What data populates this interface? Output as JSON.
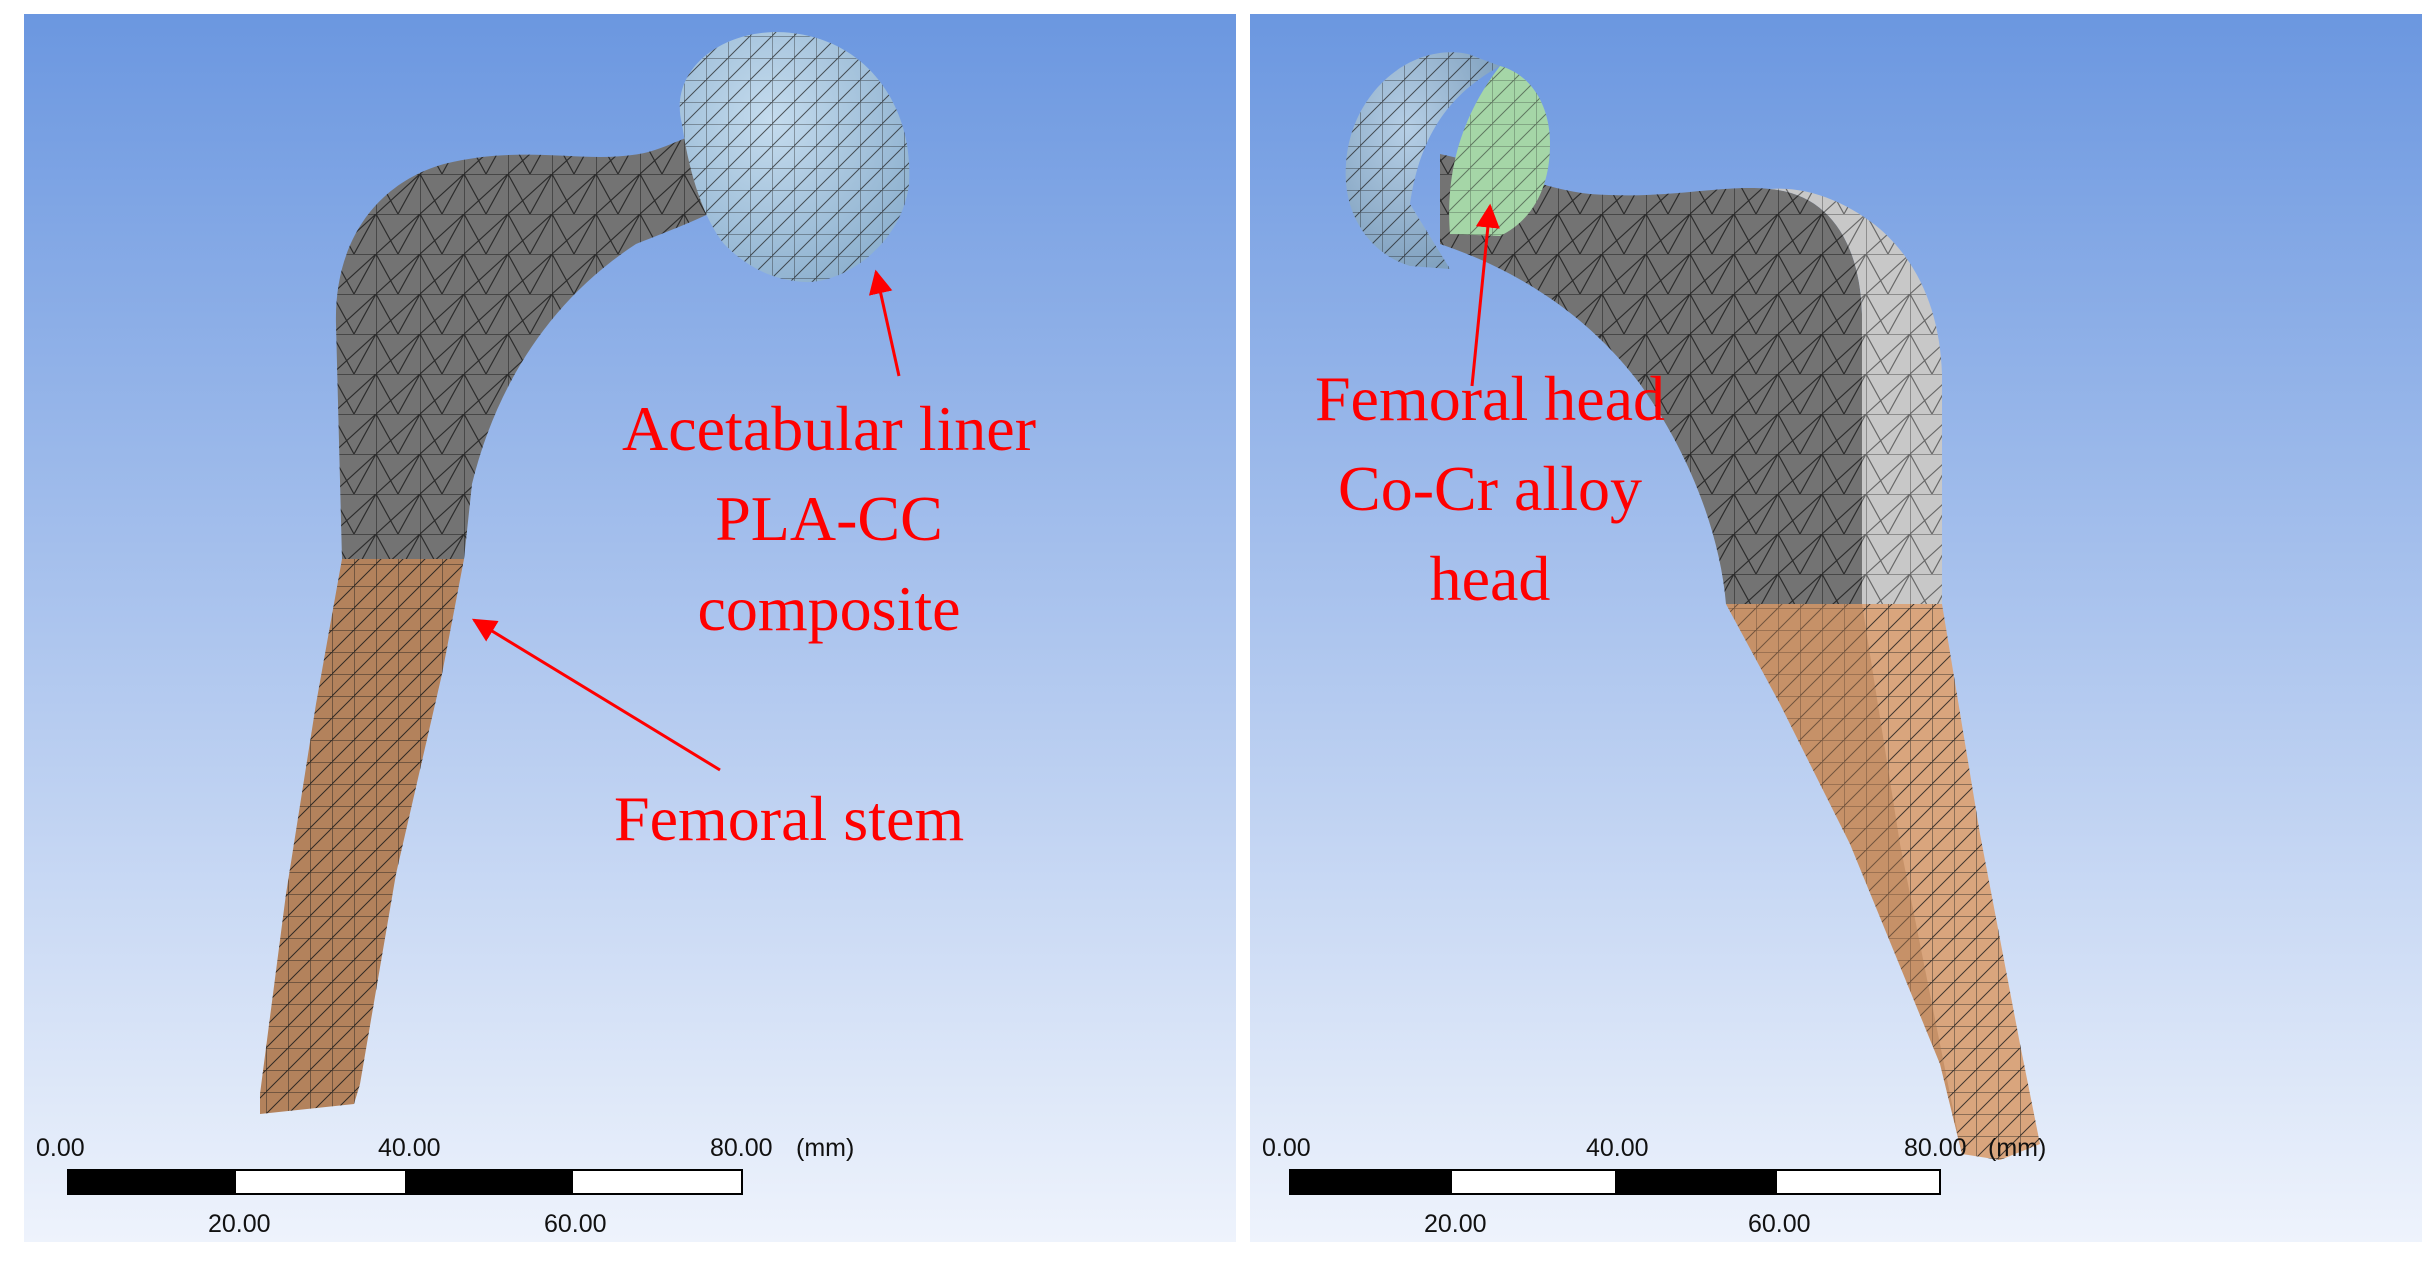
{
  "colors": {
    "background_top": "#6b97e0",
    "background_bottom": "#eef3fc",
    "annotation": "#ff0000",
    "neck_body": "#737373",
    "stem": "#b3825c",
    "head": "#a9c6de",
    "inner_head": "#a5d6a7",
    "mesh_lines": "#1a1a1a"
  },
  "panels": [
    {
      "name": "left",
      "callouts": [
        {
          "name": "acetabular-liner",
          "lines": [
            "Acetabular liner",
            "PLA-CC",
            "composite"
          ]
        },
        {
          "name": "femoral-stem",
          "lines": [
            "Femoral stem"
          ]
        }
      ],
      "scale_bar": {
        "ticks_top": [
          "0.00",
          "40.00",
          "80.00"
        ],
        "unit": "(mm)",
        "ticks_bottom": [
          "20.00",
          "60.00"
        ]
      }
    },
    {
      "name": "right",
      "callouts": [
        {
          "name": "femoral-head",
          "lines": [
            "Femoral head",
            "Co-Cr alloy",
            "head"
          ]
        }
      ],
      "scale_bar": {
        "ticks_top": [
          "0.00",
          "40.00",
          "80.00"
        ],
        "unit": "(mm)",
        "ticks_bottom": [
          "20.00",
          "60.00"
        ]
      }
    }
  ]
}
